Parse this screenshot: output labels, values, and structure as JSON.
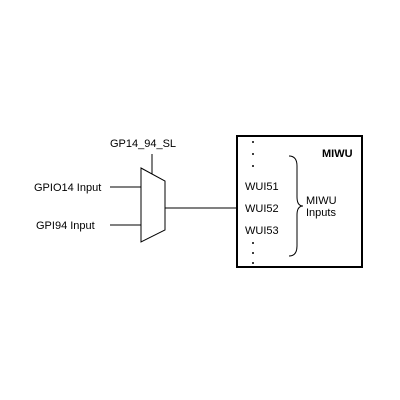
{
  "mux": {
    "select_label": "GP14_94_SL",
    "inputs": [
      "GPIO14 Input",
      "GPI94 Input"
    ]
  },
  "miwu": {
    "title": "MIWU",
    "signals": [
      "WUI51",
      "WUI52",
      "WUI53"
    ],
    "group_label_line1": "MIWU",
    "group_label_line2": "Inputs"
  },
  "colors": {
    "line": "#000000",
    "background": "#ffffff"
  }
}
